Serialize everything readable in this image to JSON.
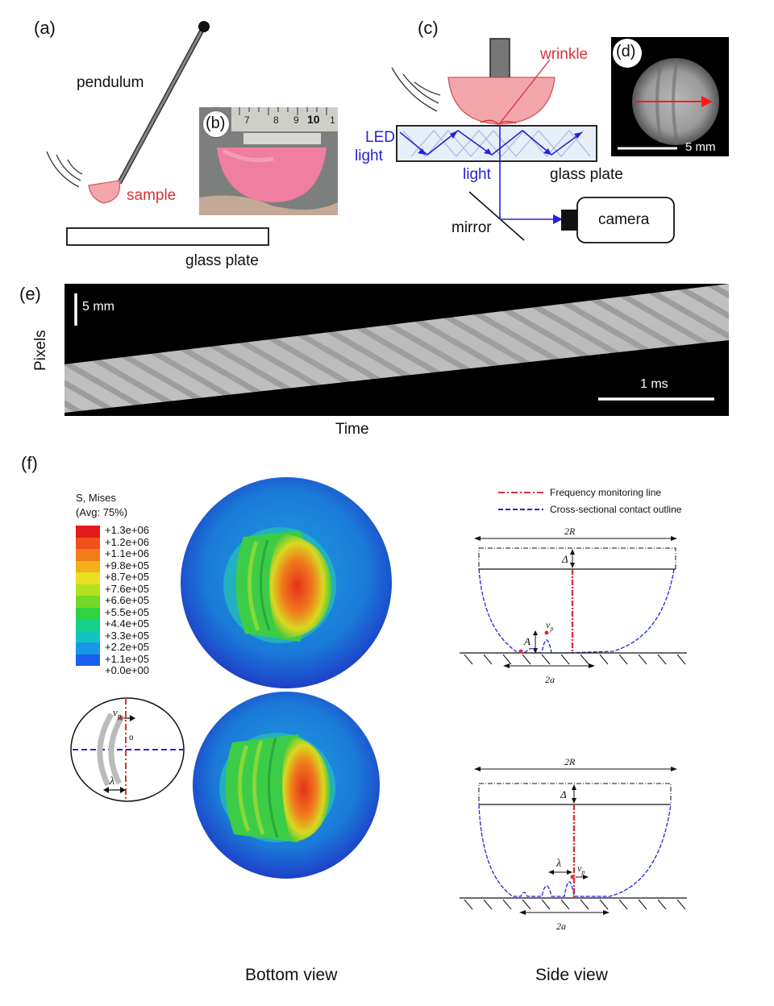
{
  "panel_labels": {
    "a": "(a)",
    "b": "(b)",
    "c": "(c)",
    "d": "(d)",
    "e": "(e)",
    "f": "(f)"
  },
  "panel_a": {
    "pendulum": "pendulum",
    "sample": "sample",
    "glass_plate": "glass plate"
  },
  "panel_b": {
    "ruler_ticks": [
      "7",
      "8",
      "9",
      "10",
      "1"
    ]
  },
  "panel_c": {
    "wrinkle": "wrinkle",
    "led_light_line1": "LED",
    "led_light_line2": "light",
    "light": "light",
    "glass_plate": "glass plate",
    "mirror": "mirror",
    "camera": "camera"
  },
  "panel_d": {
    "scale": "5 mm"
  },
  "panel_e": {
    "scale_v": "5 mm",
    "scale_h": "1 ms",
    "ylabel": "Pixels",
    "xlabel": "Time"
  },
  "panel_f": {
    "legend_title_1": "S, Mises",
    "legend_title_2": "(Avg: 75%)",
    "legend_values": [
      "+1.3e+06",
      "+1.2e+06",
      "+1.1e+06",
      "+9.8e+05",
      "+8.7e+05",
      "+7.6e+05",
      "+6.6e+05",
      "+5.5e+05",
      "+4.4e+05",
      "+3.3e+05",
      "+2.2e+05",
      "+1.1e+05",
      "+0.0e+00"
    ],
    "legend_colors": [
      "#e31a1c",
      "#f0501a",
      "#f47c19",
      "#f2b01a",
      "#e8df20",
      "#b5e01e",
      "#73d826",
      "#2fd243",
      "#16d08a",
      "#12c3c3",
      "#1798e6",
      "#1b5ff0",
      "#1a2ad8"
    ],
    "schematic": {
      "vp": "v",
      "vp_sub": "p",
      "lambda": "λ",
      "origin": "o"
    },
    "side_legend_1": "Frequency monitoring line",
    "side_legend_2": "Cross-sectional contact outline",
    "side": {
      "twoR": "2R",
      "delta": "Δ",
      "A": "A",
      "vp": "v",
      "vp_sub": "p",
      "twoa": "2a",
      "lambda": "λ"
    },
    "caption_bottom": "Bottom view",
    "caption_side": "Side view"
  },
  "colors": {
    "red": "#d8323a",
    "blue": "#2323d6",
    "sample_pink": "#f2a6aa"
  }
}
